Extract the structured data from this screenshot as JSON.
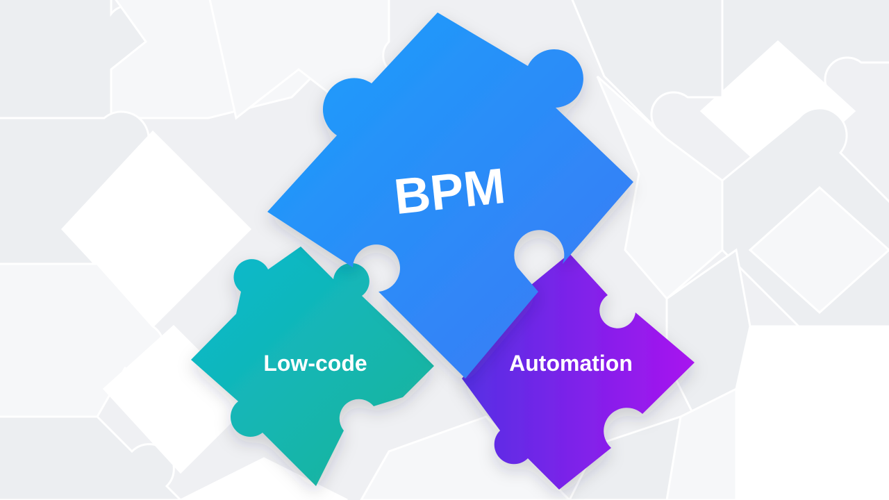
{
  "pieces": {
    "bpm": {
      "label": "BPM",
      "color_start": "#1f9dfb",
      "color_end": "#3a7cf6"
    },
    "lowcode": {
      "label": "Low-code",
      "color_start": "#0fbac8",
      "color_end": "#1cb39a"
    },
    "automation": {
      "label": "Automation",
      "color_start": "#5b2fe6",
      "color_end": "#a415ee"
    }
  },
  "background": {
    "base": "#eff0f3",
    "seam": "#ffffff"
  }
}
